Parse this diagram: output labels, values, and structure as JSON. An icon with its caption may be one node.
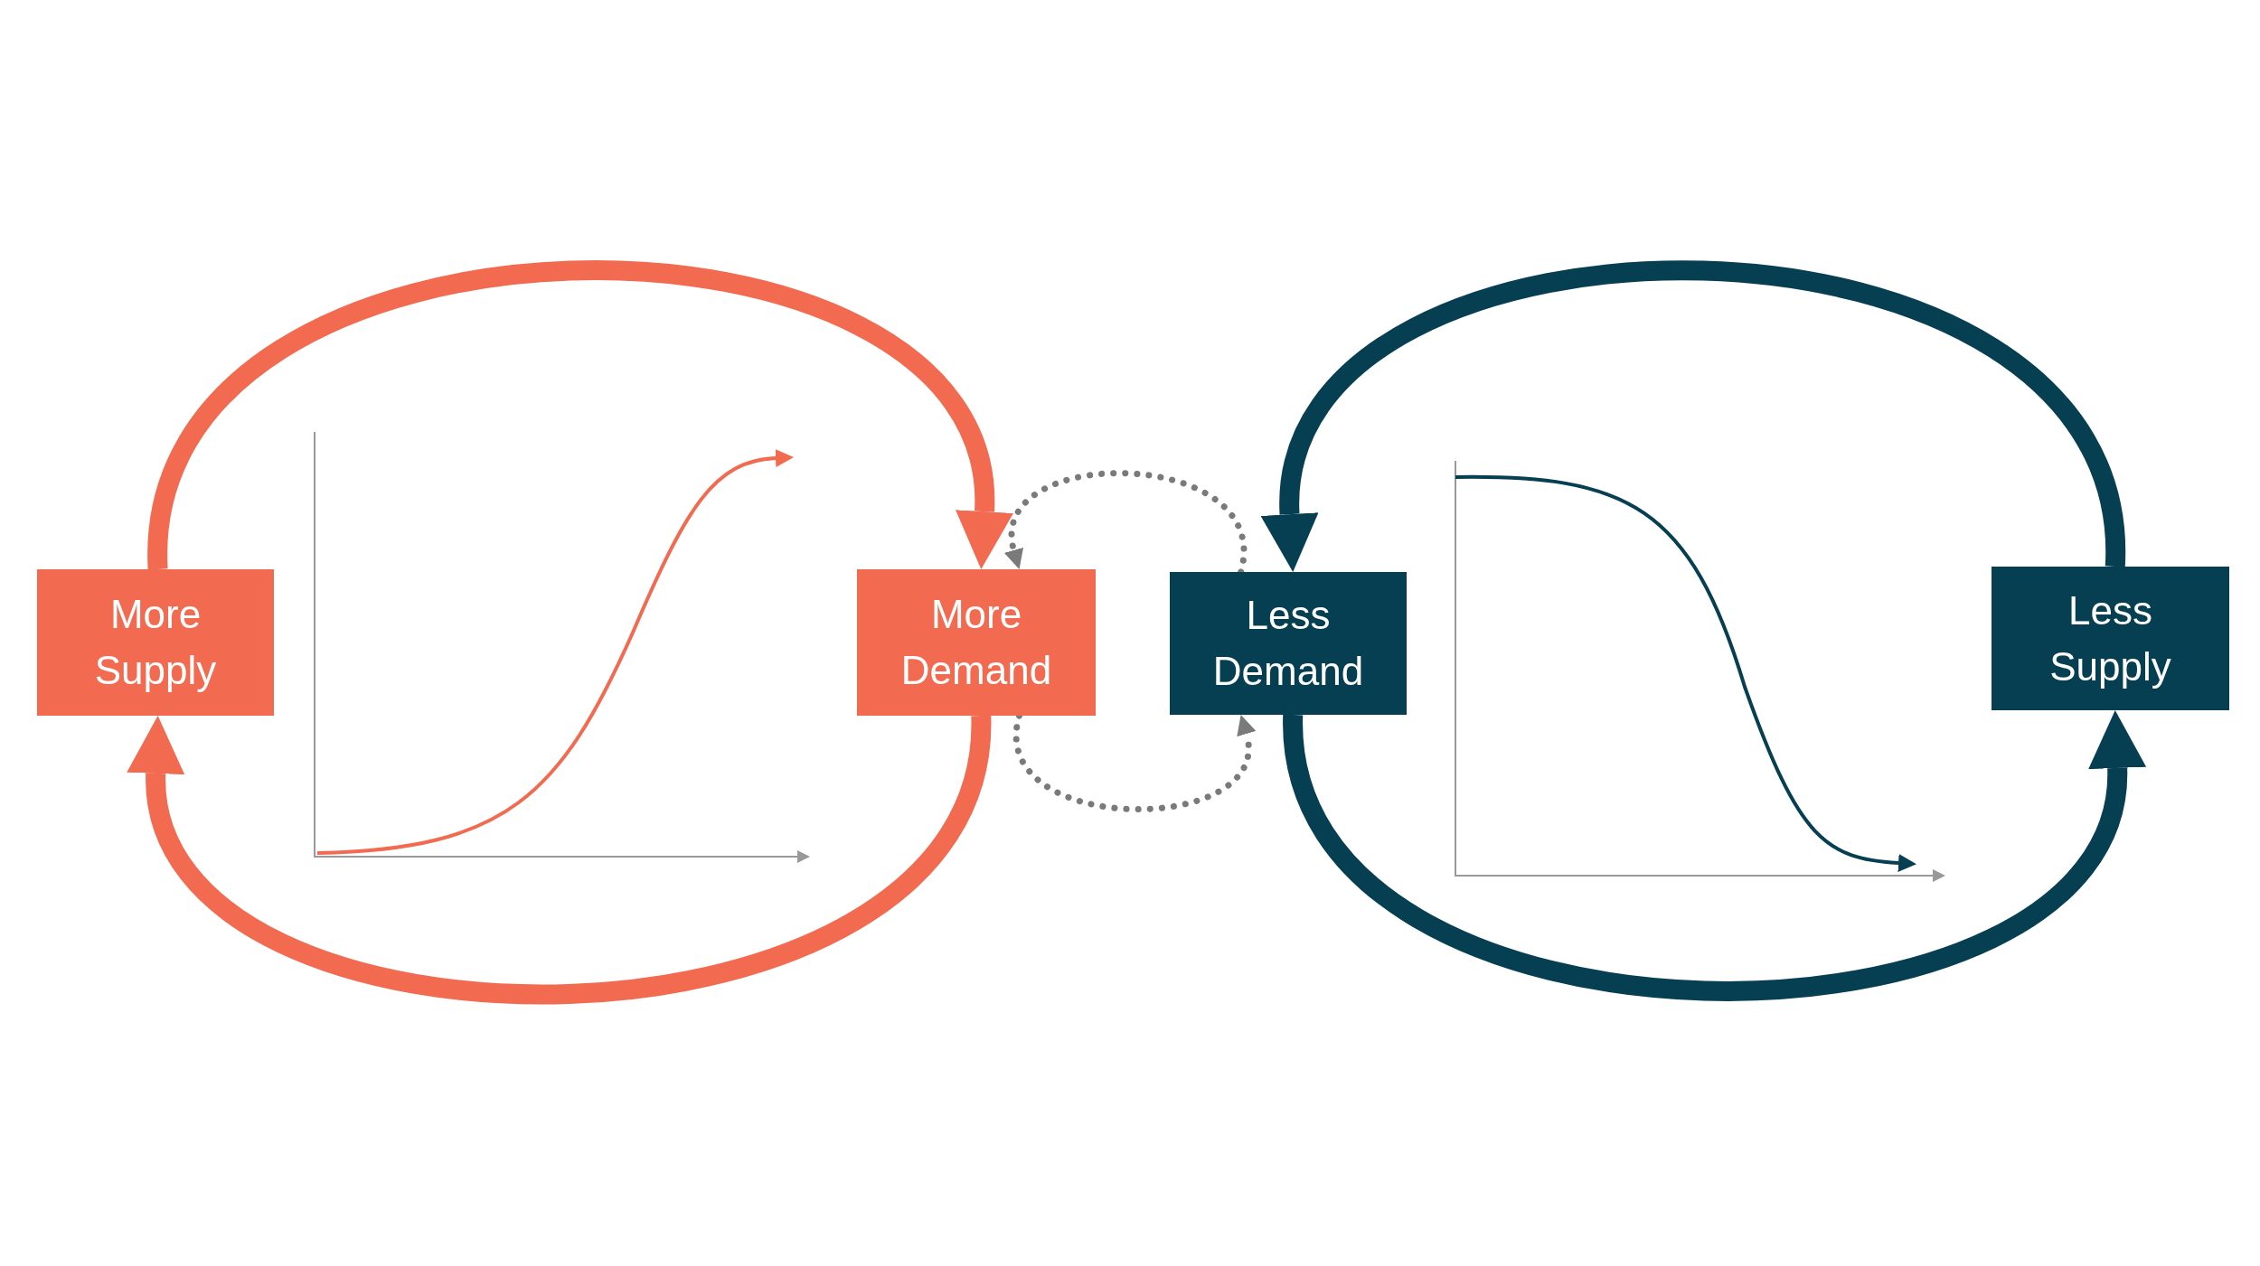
{
  "diagram": {
    "nodes": [
      {
        "text": [
          "More Supply"
        ]
      },
      {
        "text": [
          "More Demand"
        ]
      },
      {
        "text": [
          "Less Demand"
        ]
      },
      {
        "text": [
          "Less Supply"
        ]
      }
    ],
    "edges": [
      {
        "from": 0,
        "to": 1,
        "arrow": "to",
        "color": "#f26a50"
      },
      {
        "from": 1,
        "to": 0,
        "arrow": "to",
        "color": "#f26a50"
      },
      {
        "from": 2,
        "to": 1,
        "arrow": "to",
        "style": "dashed",
        "color": "#7a7a7a"
      },
      {
        "from": 1,
        "to": 2,
        "arrow": "to",
        "style": "dashed",
        "color": "#7a7a7a"
      },
      {
        "from": 3,
        "to": 2,
        "arrow": "to",
        "color": "#063f52"
      },
      {
        "from": 2,
        "to": 3,
        "arrow": "to",
        "color": "#063f52"
      }
    ]
  }
}
